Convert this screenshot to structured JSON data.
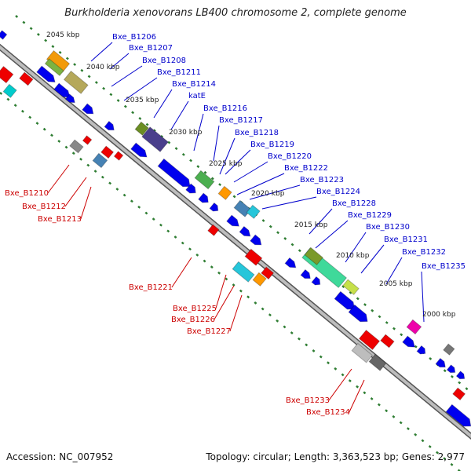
{
  "title": "Burkholderia xenovorans LB400 chromosome 2, complete genome",
  "accession": "Accession: NC_007952",
  "summary": "Topology: circular; Length: 3,363,523 bp; Genes: 2,977",
  "colors": {
    "forward_label": "#0000cc",
    "reverse_label": "#cc0000",
    "tick": "#2e7d32",
    "backbone": "#999999"
  },
  "scale_ticks": [
    "2045 kbp",
    "2040 kbp",
    "2035 kbp",
    "2030 kbp",
    "2025 kbp",
    "2020 kbp",
    "2015 kbp",
    "2010 kbp",
    "2005 kbp",
    "2000 kbp"
  ],
  "forward_labels": [
    "Bxe_B1206",
    "Bxe_B1207",
    "Bxe_B1208",
    "Bxe_B1211",
    "Bxe_B1214",
    "katE",
    "Bxe_B1216",
    "Bxe_B1217",
    "Bxe_B1218",
    "Bxe_B1219",
    "Bxe_B1220",
    "Bxe_B1222",
    "Bxe_B1223",
    "Bxe_B1224",
    "Bxe_B1228",
    "Bxe_B1229",
    "Bxe_B1230",
    "Bxe_B1231",
    "Bxe_B1232",
    "Bxe_B1235"
  ],
  "reverse_labels": [
    "Bxe_B1210",
    "Bxe_B1212",
    "Bxe_B1213",
    "Bxe_B1221",
    "Bxe_B1225",
    "Bxe_B1226",
    "Bxe_B1227",
    "Bxe_B1233",
    "Bxe_B1234"
  ]
}
